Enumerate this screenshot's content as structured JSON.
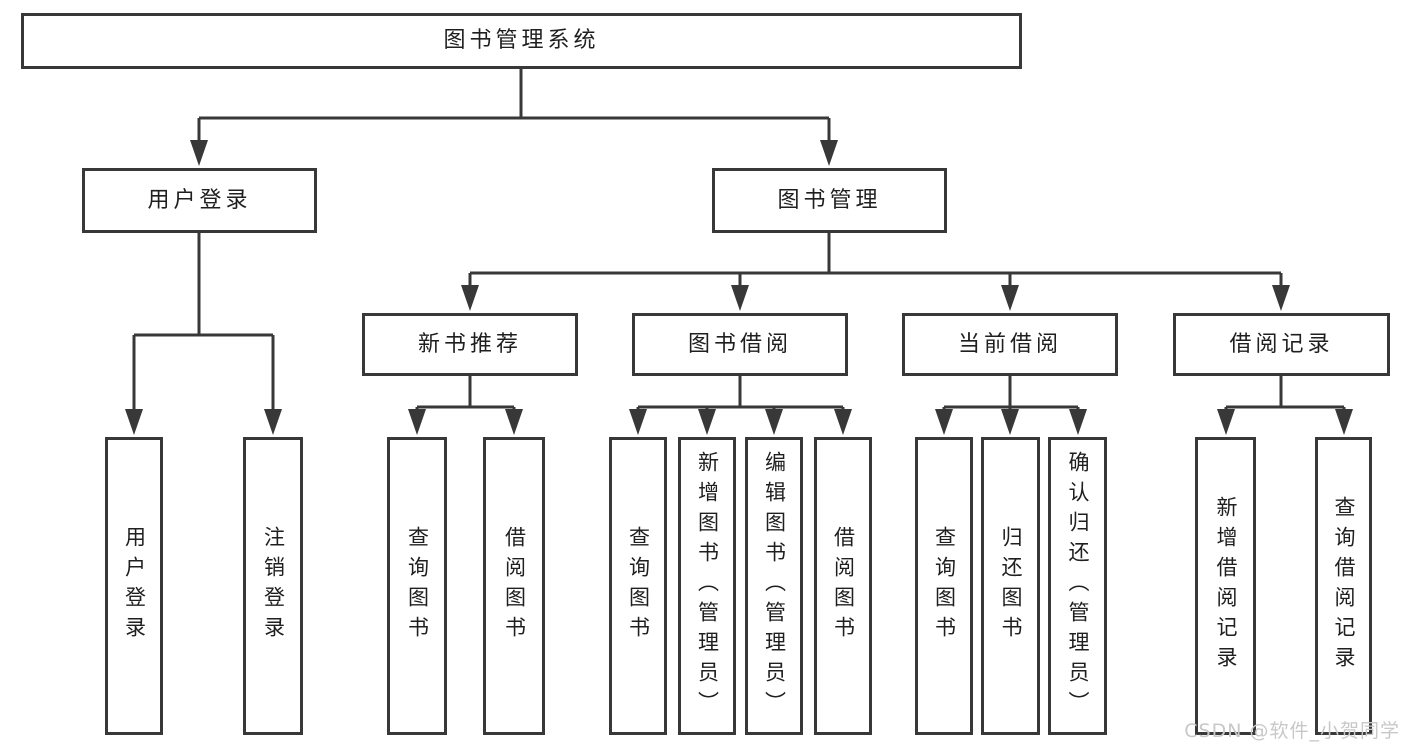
{
  "colors": {
    "line": "#383838",
    "box_border": "#383838",
    "text": "#1f1f1f",
    "watermark": "#c8c8c8",
    "background": "#ffffff"
  },
  "tree": {
    "label": "图书管理系统",
    "children": [
      {
        "label": "用户登录",
        "children": [
          {
            "label": "用户登录"
          },
          {
            "label": "注销登录"
          }
        ]
      },
      {
        "label": "图书管理",
        "children": [
          {
            "label": "新书推荐",
            "children": [
              {
                "label": "查询图书"
              },
              {
                "label": "借阅图书"
              }
            ]
          },
          {
            "label": "图书借阅",
            "children": [
              {
                "label": "查询图书"
              },
              {
                "label": "新增图书（管理员）"
              },
              {
                "label": "编辑图书（管理员）"
              },
              {
                "label": "借阅图书"
              }
            ]
          },
          {
            "label": "当前借阅",
            "children": [
              {
                "label": "查询图书"
              },
              {
                "label": "归还图书"
              },
              {
                "label": "确认归还（管理员）"
              }
            ]
          },
          {
            "label": "借阅记录",
            "children": [
              {
                "label": "新增借阅记录"
              },
              {
                "label": "查询借阅记录"
              }
            ]
          }
        ]
      }
    ]
  },
  "watermark": {
    "text": "CSDN @软件_小贺同学"
  }
}
